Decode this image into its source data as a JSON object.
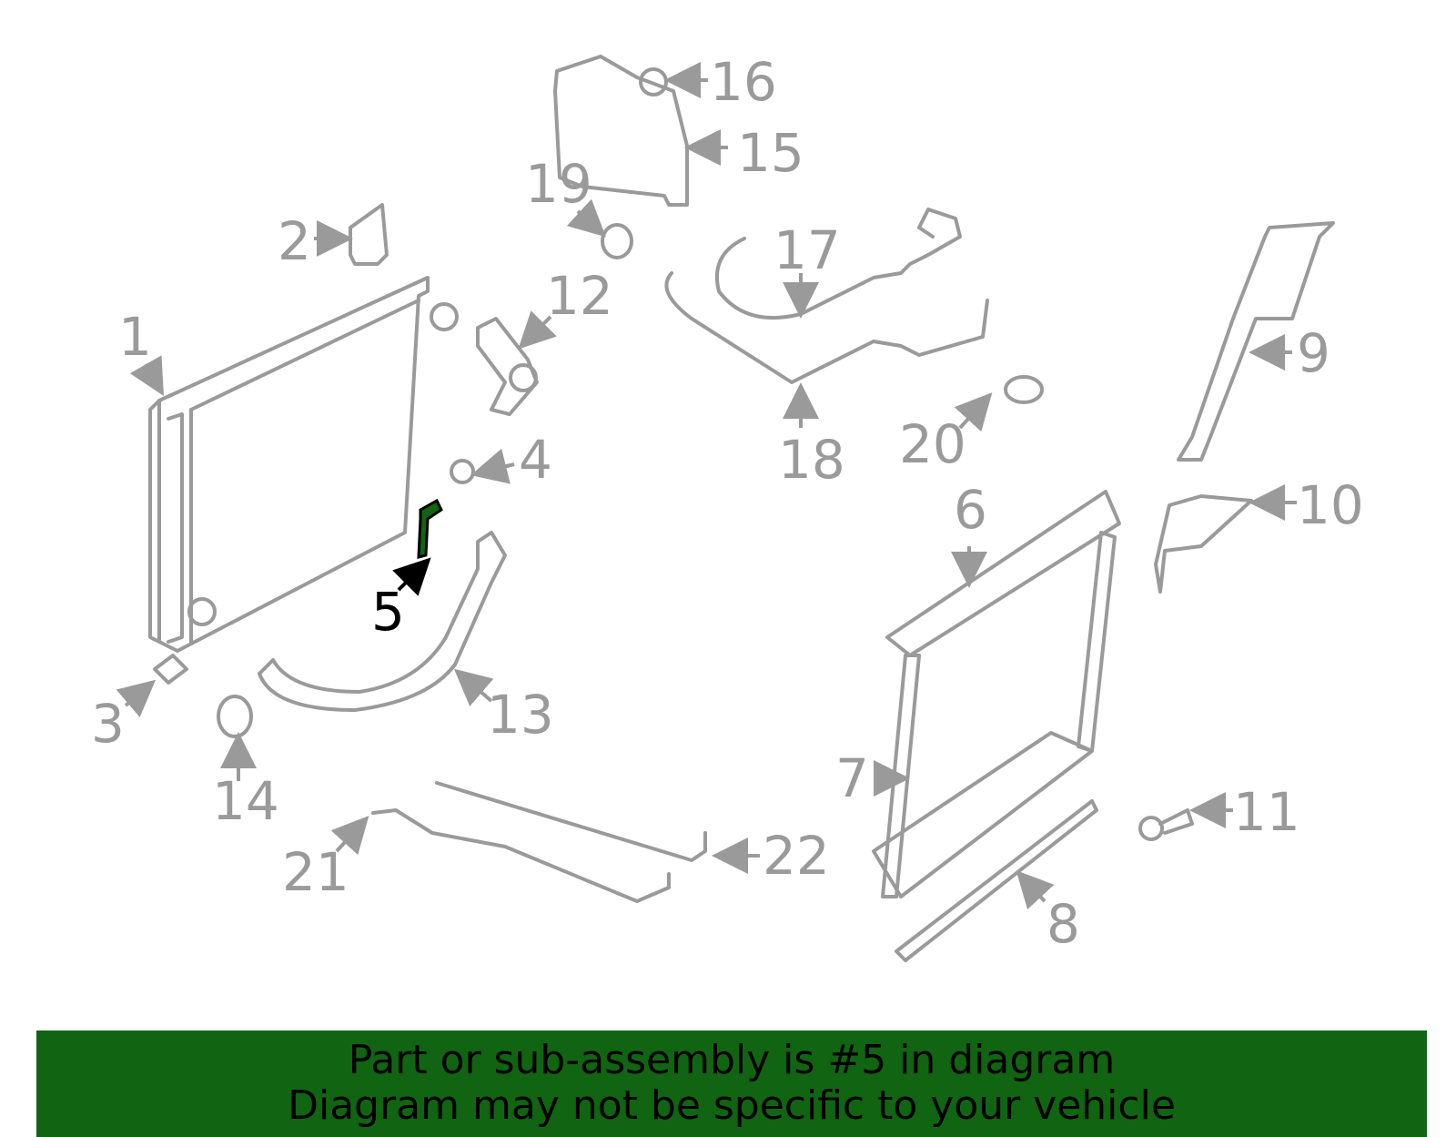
{
  "callouts": [
    "1",
    "2",
    "3",
    "4",
    "5",
    "6",
    "7",
    "8",
    "9",
    "10",
    "11",
    "12",
    "13",
    "14",
    "15",
    "16",
    "17",
    "18",
    "19",
    "20",
    "21",
    "22"
  ],
  "highlight_callout": "5",
  "colors": {
    "part_stroke": "#9a9a9a",
    "highlight_part": "#116411",
    "banner_bg": "#116411",
    "banner_text": "#000000"
  },
  "banner": {
    "line1": "Part or sub-assembly is #5 in diagram",
    "line2": "Diagram may not be specific to your vehicle"
  }
}
